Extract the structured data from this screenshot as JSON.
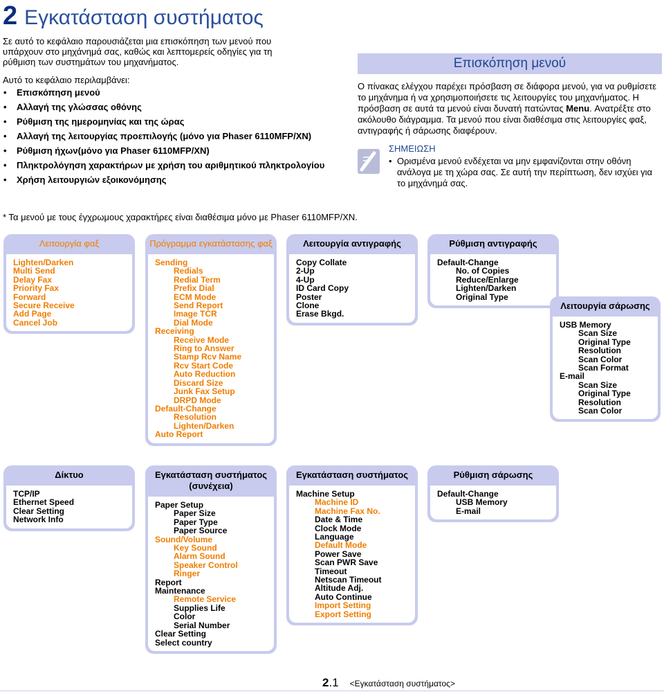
{
  "chapter": {
    "number": "2",
    "title": "Εγκατάσταση συστήματος"
  },
  "intro": "Σε αυτό το κεφάλαιο παρουσιάζεται μια επισκόπηση των μενού που υπάρχουν στο μηχάνημά σας, καθώς και λεπτομερείς οδηγίες για τη ρύθμιση των συστημάτων του μηχανήματος.",
  "contains_label": "Αυτό το κεφάλαιο περιλαμβάνει:",
  "toc": [
    "Επισκόπηση μενού",
    "Αλλαγή της γλώσσας οθόνης",
    "Ρύθμιση της ημερομηνίας και της ώρας",
    "Αλλαγή της λειτουργίας προεπιλογής (μόνο για Phaser 6110MFP/XN)",
    "Ρύθμιση ήχων(μόνο για Phaser 6110MFP/XN)",
    "Πληκτρολόγηση χαρακτήρων με χρήση του αριθμητικού πληκτρολογίου",
    "Χρήση λειτουργιών εξοικονόμησης"
  ],
  "footnote": "* Τα μενού με τους έγχρωμους χαρακτήρες είναι διαθέσιμα μόνο με Phaser 6110MFP/XN.",
  "section": {
    "title": "Επισκόπηση μενού",
    "intro_pre": "Ο πίνακας ελέγχου παρέχει πρόσβαση σε διάφορα μενού, για να ρυθμίσετε το μηχάνημα ή να χρησιμοποιήσετε τις λειτουργίες του μηχανήματος. Η πρόσβαση σε αυτά τα μενού είναι δυνατή πατώντας ",
    "intro_menu": "Menu",
    "intro_post": ". Ανατρέξτε στο ακόλουθο διάγραμμα. Τα μενού που είναι διαθέσιμα στις λειτουργίες φαξ, αντιγραφής ή σάρωσης διαφέρουν.",
    "note_title": "ΣΗΜΕΙΩΣΗ",
    "note_text": "Ορισμένα μενού ενδέχεται να μην εμφανίζονται στην οθόνη ανάλογα με τη χώρα σας. Σε αυτή την περίπτωση, δεν ισχύει για το μηχάνημά σας."
  },
  "menus": {
    "fax": {
      "title": "Λειτουργία φαξ",
      "items": [
        "Lighten/Darken",
        "Multi Send",
        "Delay Fax",
        "Priority Fax",
        "Forward",
        "Secure Receive",
        "Add Page",
        "Cancel Job"
      ]
    },
    "fax_setup": {
      "title": "Πρόγραμμα εγκατάστασης φαξ",
      "items": [
        "Sending",
        "Redials",
        "Redial Term",
        "Prefix Dial",
        "ECM Mode",
        "Send Report",
        "Image TCR",
        "Dial Mode",
        "Receiving",
        "Receive Mode",
        "Ring to Answer",
        "Stamp Rcv Name",
        "Rcv Start Code",
        "Auto Reduction",
        "Discard Size",
        "Junk Fax Setup",
        "DRPD Mode",
        "Default-Change",
        "Resolution",
        "Lighten/Darken",
        "Auto Report"
      ]
    },
    "copy": {
      "title": "Λειτουργία αντιγραφής",
      "items": [
        "Copy Collate",
        "2-Up",
        "4-Up",
        "ID Card Copy",
        "Poster",
        "Clone",
        "Erase Bkgd."
      ]
    },
    "copy_setup": {
      "title": "Ρύθμιση αντιγραφής",
      "items": [
        "Default-Change",
        "No. of Copies",
        "Reduce/Enlarge",
        "Lighten/Darken",
        "Original Type"
      ]
    },
    "scan": {
      "title": "Λειτουργία σάρωσης",
      "items": [
        "USB Memory",
        "Scan Size",
        "Original Type",
        "Resolution",
        "Scan Color",
        "Scan Format",
        "E-mail",
        "Scan Size",
        "Original Type",
        "Resolution",
        "Scan Color"
      ]
    },
    "network": {
      "title": "Δίκτυο",
      "items": [
        "TCP/IP",
        "Ethernet Speed",
        "Clear Setting",
        "Network Info"
      ]
    },
    "system_setup_cont": {
      "title": "Εγκατάσταση συστήματος (συνέχεια)",
      "items": [
        "Paper Setup",
        "Paper Size",
        "Paper Type",
        "Paper Source",
        "Sound/Volume",
        "Key Sound",
        "Alarm Sound",
        "Speaker Control",
        "Ringer",
        "Report",
        "Maintenance",
        "Remote Service",
        "Supplies Life",
        "Color",
        "Serial Number",
        "Clear Setting",
        "Select country"
      ]
    },
    "system_setup": {
      "title": "Εγκατάσταση συστήματος",
      "items": [
        "Machine Setup",
        "Machine ID",
        "Machine Fax No.",
        "Date & Time",
        "Clock Mode",
        "Language",
        "Default Mode",
        "Power Save",
        "Scan PWR Save",
        "Timeout",
        "Netscan Timeout",
        "Altitude Adj.",
        "Auto Continue",
        "Import Setting",
        "Export Setting"
      ]
    },
    "scan_setup": {
      "title": "Ρύθμιση σάρωσης",
      "items": [
        "Default-Change",
        "USB Memory",
        "E-mail"
      ]
    }
  },
  "colors": {
    "title_blue": "#2a4f9c",
    "band_lavender": "#c8cbed",
    "fax_orange": "#ef7d00"
  },
  "footer": {
    "page_chapter": "2",
    "page_num": ".1",
    "label": "<Εγκατάσταση συστήματος>"
  }
}
